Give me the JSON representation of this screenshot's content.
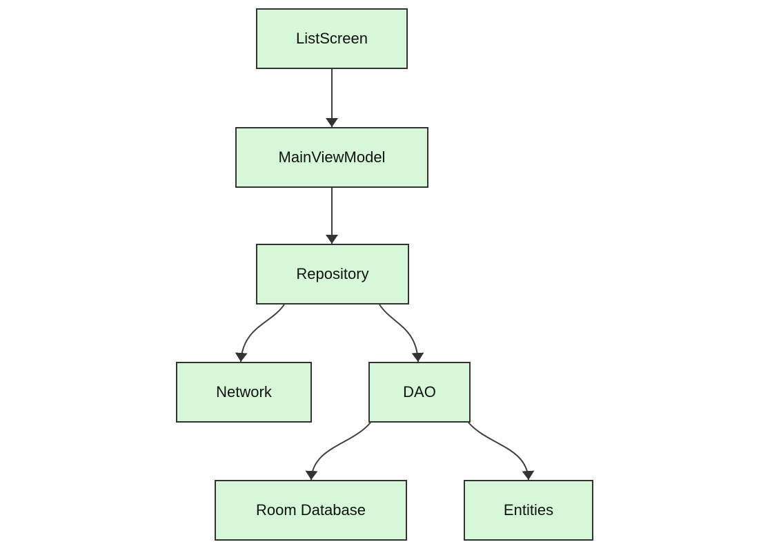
{
  "diagram": {
    "type": "flowchart",
    "direction": "top-down",
    "nodes": [
      {
        "id": "listscreen",
        "label": "ListScreen"
      },
      {
        "id": "mainviewmodel",
        "label": "MainViewModel"
      },
      {
        "id": "repository",
        "label": "Repository"
      },
      {
        "id": "network",
        "label": "Network"
      },
      {
        "id": "dao",
        "label": "DAO"
      },
      {
        "id": "roomdatabase",
        "label": "Room Database"
      },
      {
        "id": "entities",
        "label": "Entities"
      }
    ],
    "edges": [
      {
        "from": "ListScreen",
        "to": "MainViewModel"
      },
      {
        "from": "MainViewModel",
        "to": "Repository"
      },
      {
        "from": "Repository",
        "to": "Network"
      },
      {
        "from": "Repository",
        "to": "DAO"
      },
      {
        "from": "DAO",
        "to": "Room Database"
      },
      {
        "from": "DAO",
        "to": "Entities"
      }
    ],
    "colors": {
      "background": "#ffffff",
      "node_fill": "#d6f7d8",
      "node_border": "#333333",
      "edge_stroke": "#3f3f3f",
      "arrowhead_fill": "#333333",
      "text": "#111111"
    }
  }
}
